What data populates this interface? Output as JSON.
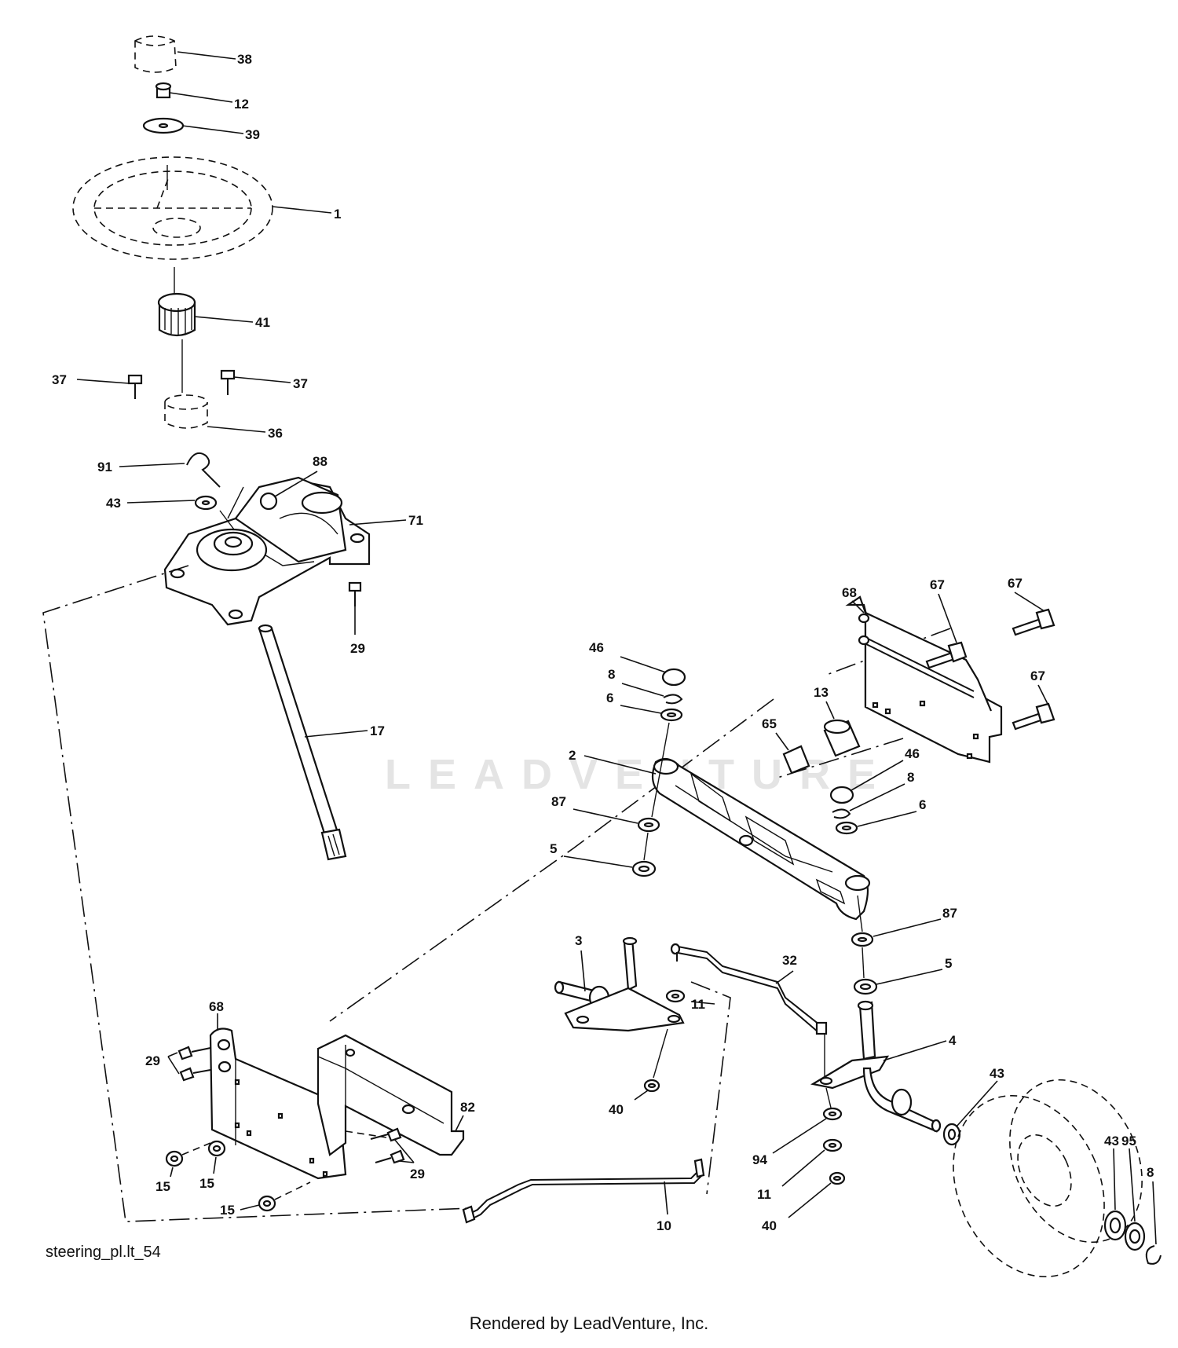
{
  "caption": "steering_pl.lt_54",
  "footer": "Rendered by LeadVenture, Inc.",
  "watermark": "LEADVENTURE",
  "callouts": [
    "38",
    "12",
    "39",
    "1",
    "41",
    "37",
    "37",
    "36",
    "91",
    "88",
    "43",
    "71",
    "29",
    "17",
    "68",
    "67",
    "67",
    "67",
    "46",
    "8",
    "6",
    "13",
    "65",
    "2",
    "46",
    "8",
    "6",
    "87",
    "5",
    "87",
    "5",
    "3",
    "32",
    "11",
    "4",
    "40",
    "43",
    "68",
    "29",
    "82",
    "43",
    "95",
    "8",
    "94",
    "15",
    "15",
    "29",
    "11",
    "15",
    "10",
    "40"
  ]
}
